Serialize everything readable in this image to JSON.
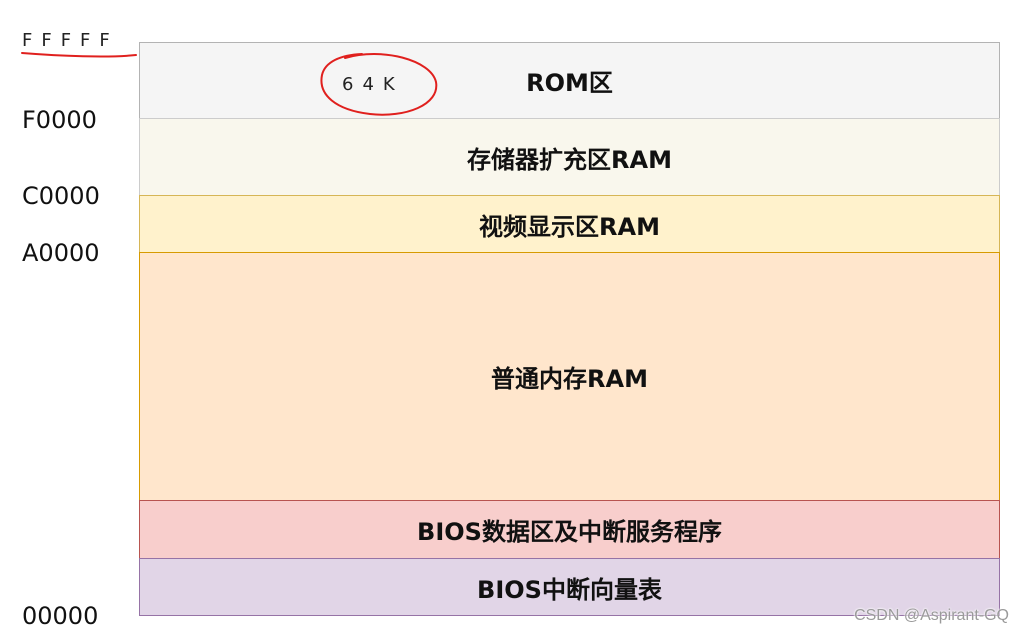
{
  "addresses": [
    "FFFFF",
    "F0000",
    "C0000",
    "A0000",
    "00000"
  ],
  "regions": [
    {
      "label": "ROM区",
      "fill": "#f5f5f5",
      "stroke": "#b3b3b3"
    },
    {
      "label": "存储器扩充区RAM",
      "fill": "#f9f7ed",
      "stroke": "#cccccc"
    },
    {
      "label": "视频显示区RAM",
      "fill": "#fff2cc",
      "stroke": "#d6b656"
    },
    {
      "label": "普通内存RAM",
      "fill": "#ffe6cc",
      "stroke": "#d79b00"
    },
    {
      "label": "BIOS数据区及中断服务程序",
      "fill": "#f8cecc",
      "stroke": "#b85450"
    },
    {
      "label": "BIOS中断向量表",
      "fill": "#e1d5e7",
      "stroke": "#9673a6"
    }
  ],
  "annotation": {
    "size_note": "64K",
    "color": "#e0201e"
  },
  "watermark": "CSDN @Aspirant-GQ"
}
